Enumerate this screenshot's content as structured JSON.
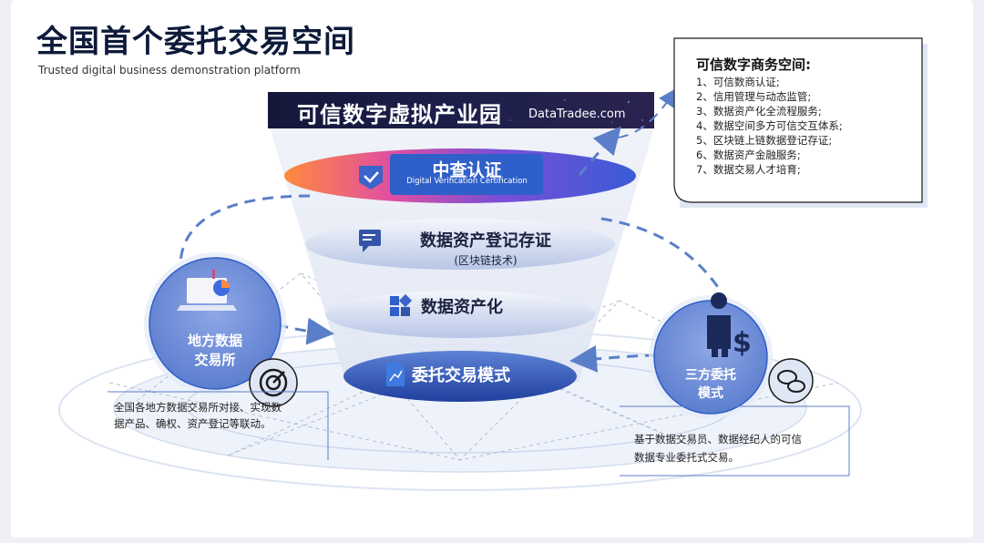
{
  "header": {
    "title": "全国首个委托交易空间",
    "subtitle": "Trusted digital business demonstration platform"
  },
  "funnel": {
    "park_title": "可信数字虚拟产业园",
    "park_url": "DataTradee.com",
    "layers": [
      {
        "title": "中查认证",
        "subtitle": "Digital Verification Certification",
        "icon": "verified-badge-icon"
      },
      {
        "title": "数据资产登记存证",
        "subtitle": "(区块链技术)",
        "icon": "chat-document-icon"
      },
      {
        "title": "数据资产化",
        "icon": "blocks-icon"
      },
      {
        "title": "委托交易模式",
        "icon": "chart-document-icon"
      }
    ]
  },
  "panel": {
    "title": "可信数字商务空间:",
    "items": [
      "1、可信数商认证;",
      "2、信用管理与动态监管;",
      "3、数据资产化全流程服务;",
      "4、数据空间多方可信交互体系;",
      "5、区块链上链数据登记存证;",
      "6、数据资产金融服务;",
      "7、数据交易人才培育;"
    ]
  },
  "local_exchange": {
    "label_line1": "地方数据",
    "label_line2": "交易所",
    "desc_line1": "全国各地方数据交易所对接、实现数",
    "desc_line2": "据产品、确权、资产登记等联动。",
    "icons": [
      "laptop-chart-icon",
      "target-icon"
    ]
  },
  "third_party": {
    "label_line1": "三方委托",
    "label_line2": "模式",
    "desc_line1": "基于数据交易员、数据经纪人的可信",
    "desc_line2": "数据专业委托式交易。",
    "icons": [
      "businessman-dollar-icon",
      "chat-bubbles-icon"
    ]
  },
  "colors": {
    "navy": "#0e1a3a",
    "accent_blue": "#2f5fc8",
    "dashed_arrow": "#5a7fc8",
    "circle_blue": "#6f8ed8"
  }
}
